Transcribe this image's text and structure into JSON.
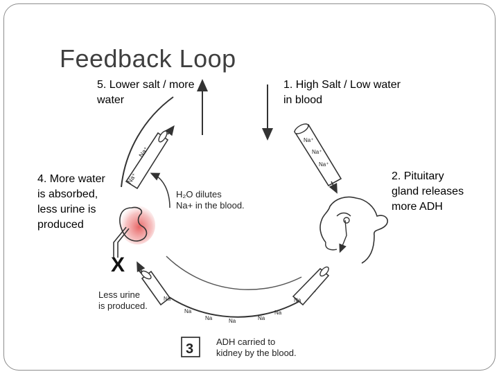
{
  "slide": {
    "title": "Feedback Loop"
  },
  "captions": {
    "step1": "1. High Salt / Low water in blood",
    "step2": "2. Pituitary gland releases more ADH",
    "step4": "4. More water is absorbed, less urine is produced",
    "step5": "5. Lower salt / more water"
  },
  "diagram": {
    "h2o_dilutes": "H₂O dilutes",
    "na_in_blood": "Na+ in the blood.",
    "less_urine_1": "Less urine",
    "less_urine_2": "is produced.",
    "stage_number": "3",
    "adh_carried_1": "ADH carried to",
    "adh_carried_2": "kidney by the blood.",
    "na_label": "Na",
    "na_plus_label": "Na⁺",
    "x_mark": "X"
  },
  "colors": {
    "kidney_highlight": "#e65c5c",
    "line": "#333333",
    "title": "#3f3f3f"
  }
}
